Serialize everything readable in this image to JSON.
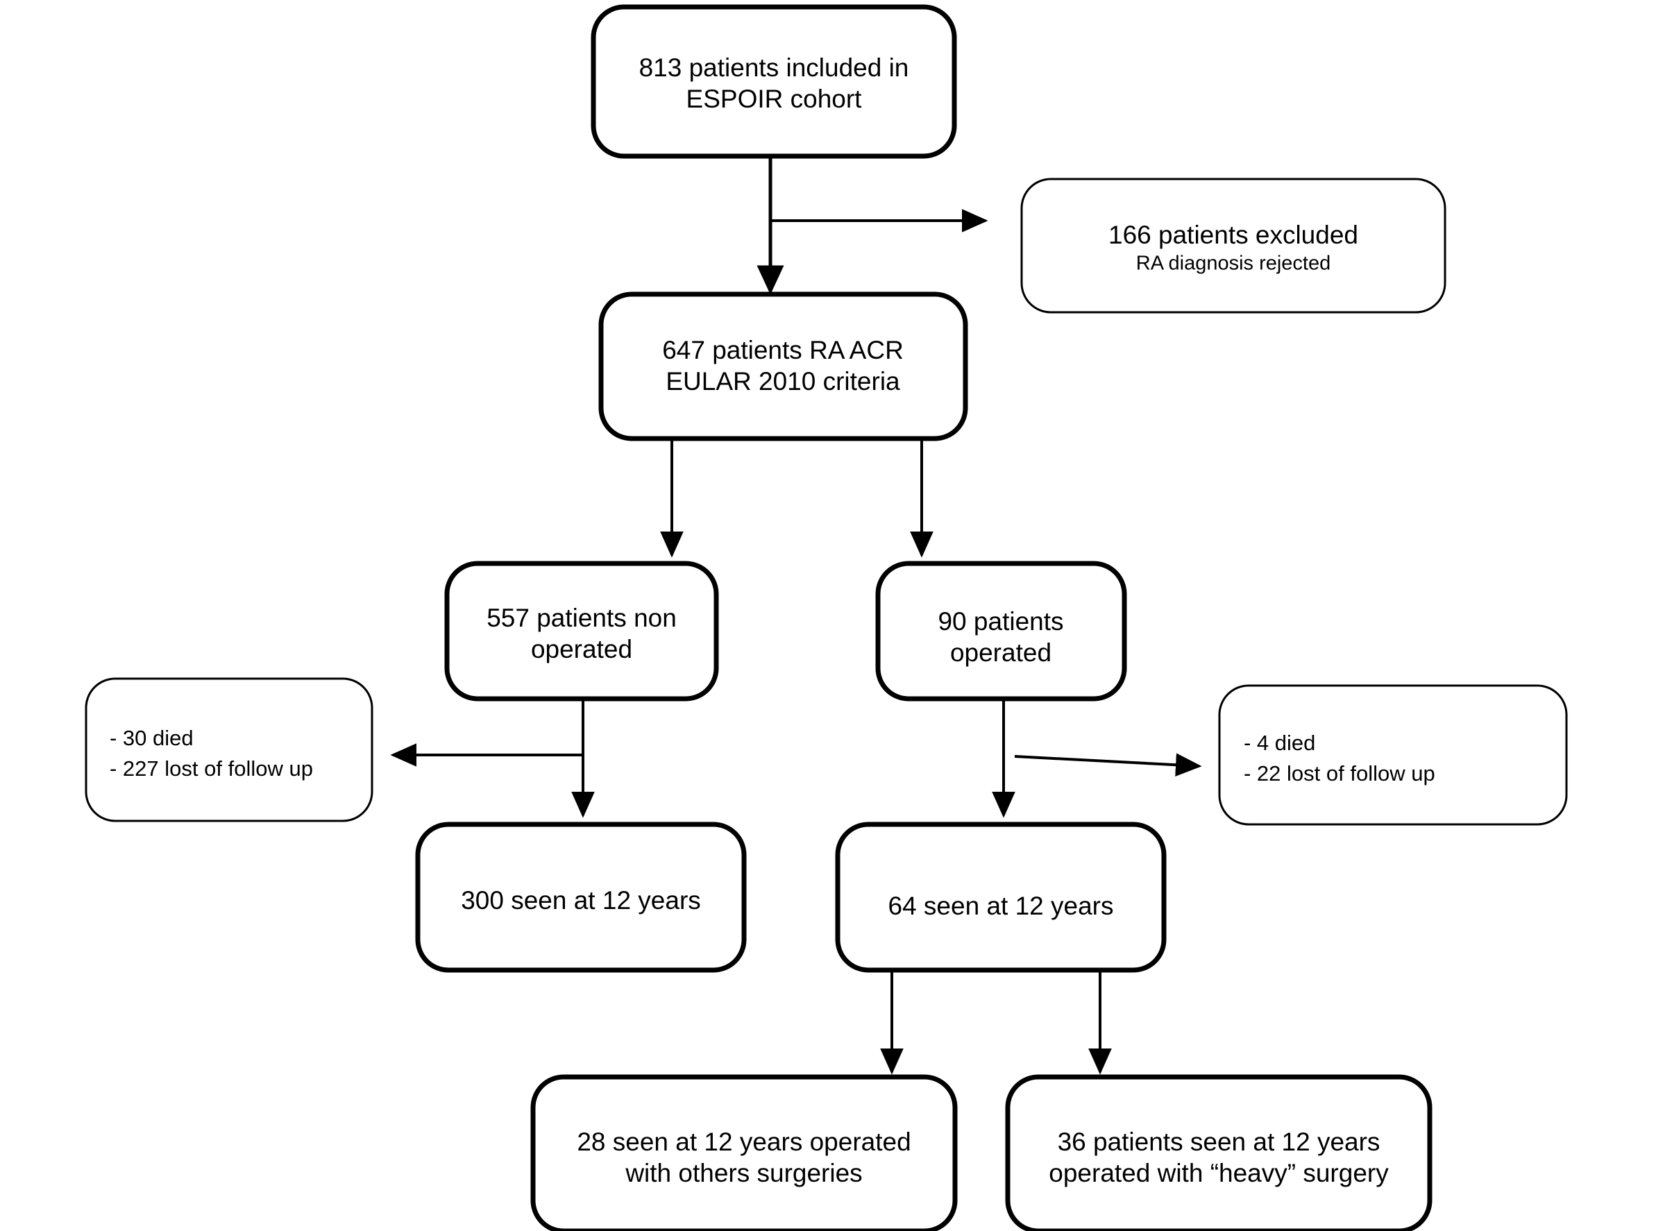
{
  "figure": {
    "type": "flowchart",
    "title": "ESPOIR cohort patient flow diagram",
    "colors": {
      "background": "#ffffff",
      "stroke": "#000000",
      "fill": "#ffffff"
    }
  },
  "nodes": {
    "cohort": {
      "line1": "813 patients included in",
      "line2": "ESPOIR cohort"
    },
    "excluded": {
      "line1": "166 patients excluded",
      "line2": "RA diagnosis rejected"
    },
    "criteria": {
      "line1": "647 patients RA ACR",
      "line2": "EULAR 2010 criteria"
    },
    "non_operated": {
      "line1": "557 patients non",
      "line2": "operated"
    },
    "operated": {
      "line1": "90 patients",
      "line2": "operated"
    },
    "lost_left": {
      "line1": "- 30 died",
      "line2": "- 227 lost of follow up"
    },
    "lost_right": {
      "line1": "- 4 died",
      "line2": "- 22 lost of follow up"
    },
    "seen_300": {
      "line1": "300 seen at 12 years"
    },
    "seen_64": {
      "line1": "64 seen at 12 years"
    },
    "others_surgeries": {
      "line1": "28 seen at 12 years operated",
      "line2": "with others surgeries"
    },
    "heavy_surgery": {
      "line1": "36 patients seen at 12 years",
      "line2": "operated with “heavy” surgery"
    }
  },
  "chart_data": {
    "type": "flowchart",
    "title": "ESPOIR cohort patient flow diagram",
    "nodes": [
      {
        "id": "cohort",
        "label": "813 patients included in ESPOIR cohort",
        "count": 813
      },
      {
        "id": "excluded",
        "label": "166 patients excluded RA diagnosis rejected",
        "count": 166
      },
      {
        "id": "criteria",
        "label": "647 patients RA ACR EULAR 2010 criteria",
        "count": 647
      },
      {
        "id": "non_operated",
        "label": "557 patients non operated",
        "count": 557
      },
      {
        "id": "operated",
        "label": "90 patients operated",
        "count": 90
      },
      {
        "id": "lost_left",
        "label": "- 30 died - 227 lost of follow up",
        "died": 30,
        "lost": 227
      },
      {
        "id": "lost_right",
        "label": "- 4 died - 22 lost of follow up",
        "died": 4,
        "lost": 22
      },
      {
        "id": "seen_300",
        "label": "300 seen at 12 years",
        "count": 300
      },
      {
        "id": "seen_64",
        "label": "64 seen at 12 years",
        "count": 64
      },
      {
        "id": "others_surgeries",
        "label": "28 seen at 12 years operated with others surgeries",
        "count": 28
      },
      {
        "id": "heavy_surgery",
        "label": "36 patients seen at 12 years operated with “heavy” surgery",
        "count": 36
      }
    ],
    "edges": [
      {
        "from": "cohort",
        "to": "excluded",
        "direction": "right"
      },
      {
        "from": "cohort",
        "to": "criteria",
        "direction": "down"
      },
      {
        "from": "criteria",
        "to": "non_operated",
        "direction": "down"
      },
      {
        "from": "criteria",
        "to": "operated",
        "direction": "down"
      },
      {
        "from": "non_operated",
        "to": "lost_left",
        "direction": "left"
      },
      {
        "from": "non_operated",
        "to": "seen_300",
        "direction": "down"
      },
      {
        "from": "operated",
        "to": "lost_right",
        "direction": "right"
      },
      {
        "from": "operated",
        "to": "seen_64",
        "direction": "down"
      },
      {
        "from": "seen_64",
        "to": "others_surgeries",
        "direction": "down"
      },
      {
        "from": "seen_64",
        "to": "heavy_surgery",
        "direction": "down"
      }
    ]
  }
}
